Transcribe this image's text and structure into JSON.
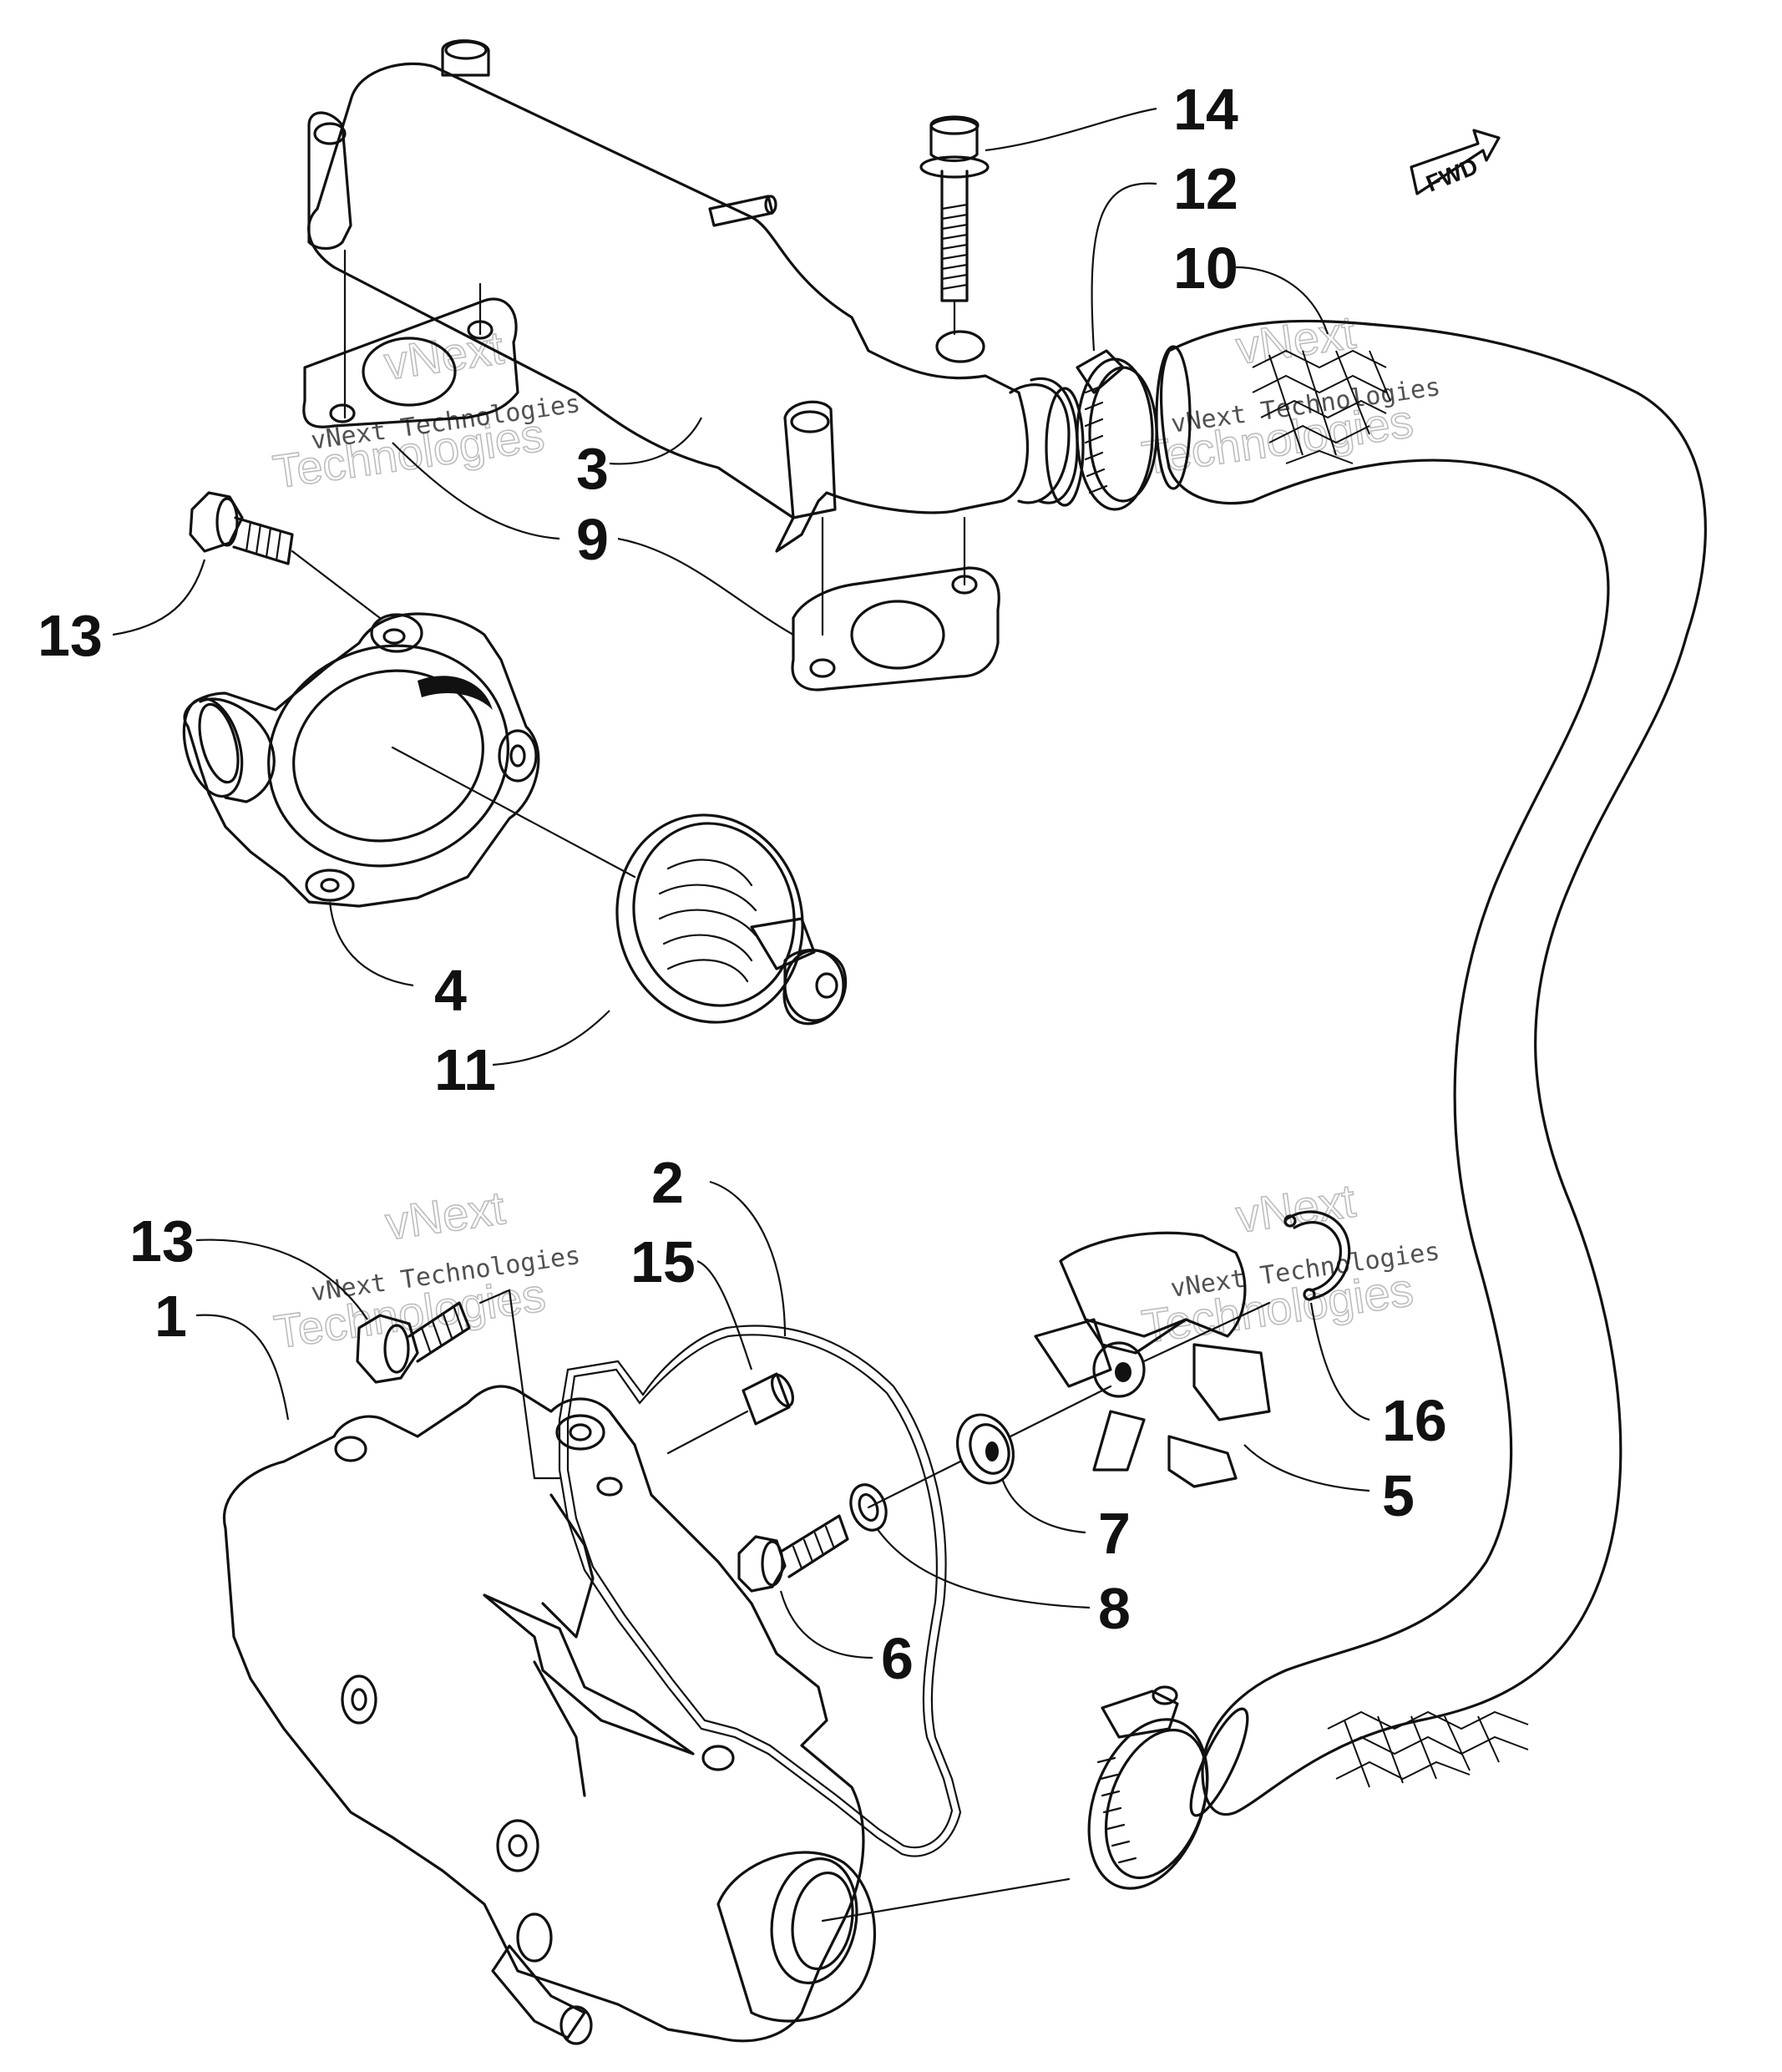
{
  "callouts": {
    "c1": "1",
    "c2": "2",
    "c3": "3",
    "c4": "4",
    "c5": "5",
    "c6": "6",
    "c7": "7",
    "c8": "8",
    "c9": "9",
    "c10": "10",
    "c11": "11",
    "c12": "12",
    "c13a": "13",
    "c13b": "13",
    "c14": "14",
    "c15": "15",
    "c16": "16"
  },
  "direction_marker": {
    "label": "FWD"
  },
  "watermark": {
    "line1": "vNext Technologies",
    "line2": "vNext",
    "line3": "Technologies"
  }
}
